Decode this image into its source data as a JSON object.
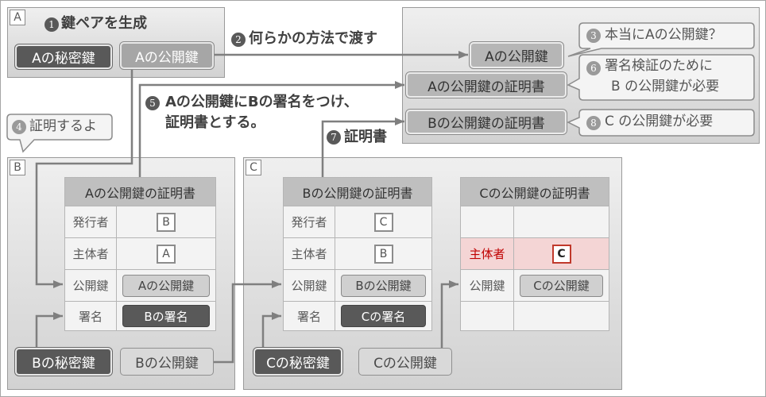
{
  "colors": {
    "private_key_fill": "#595959",
    "highlight_text": "#c00000",
    "highlight_fill": "#f4d5d5",
    "connector": "#7f7f7f"
  },
  "panel_a": {
    "label": "A",
    "step": {
      "num": "1",
      "text": "鍵ペアを生成"
    },
    "private_key": "Aの秘密鍵",
    "public_key": "Aの公開鍵"
  },
  "transfer": {
    "num": "2",
    "text": "何らかの方法で渡す"
  },
  "verifier": {
    "public_key": "Aの公開鍵",
    "cert_a": "Aの公開鍵の証明書",
    "cert_b": "Bの公開鍵の証明書",
    "bubbles": [
      {
        "num": "3",
        "lines": [
          "本当にAの公開鍵？"
        ]
      },
      {
        "num": "6",
        "lines": [
          "署名検証のために",
          "B の公開鍵が必要"
        ]
      },
      {
        "num": "8",
        "lines": [
          "C の公開鍵が必要"
        ]
      }
    ]
  },
  "certify_note": {
    "num": "4",
    "text": "証明するよ"
  },
  "sign_note": {
    "num": "5",
    "lines": [
      "Aの公開鍵にBの署名をつけ、",
      "証明書とする。"
    ]
  },
  "cert_note": {
    "num": "7",
    "text": "証明書"
  },
  "panel_b": {
    "label": "B",
    "certificate": {
      "title": "Aの公開鍵の証明書",
      "rows": [
        {
          "field": "発行者",
          "value": "B"
        },
        {
          "field": "主体者",
          "value": "A"
        },
        {
          "field": "公開鍵",
          "value": "Aの公開鍵"
        },
        {
          "field": "署名",
          "value": "Bの署名"
        }
      ]
    },
    "private_key": "Bの秘密鍵",
    "public_key": "Bの公開鍵"
  },
  "panel_c": {
    "label": "C",
    "certificate_b": {
      "title": "Bの公開鍵の証明書",
      "rows": [
        {
          "field": "発行者",
          "value": "C"
        },
        {
          "field": "主体者",
          "value": "B"
        },
        {
          "field": "公開鍵",
          "value": "Bの公開鍵"
        },
        {
          "field": "署名",
          "value": "Cの署名"
        }
      ]
    },
    "certificate_c": {
      "title": "Cの公開鍵の証明書",
      "rows": [
        {
          "field": "",
          "value": ""
        },
        {
          "field": "主体者",
          "value": "C",
          "highlighted": true
        },
        {
          "field": "公開鍵",
          "value": "Cの公開鍵"
        },
        {
          "field": "",
          "value": ""
        }
      ]
    },
    "private_key": "Cの秘密鍵",
    "public_key": "Cの公開鍵"
  }
}
